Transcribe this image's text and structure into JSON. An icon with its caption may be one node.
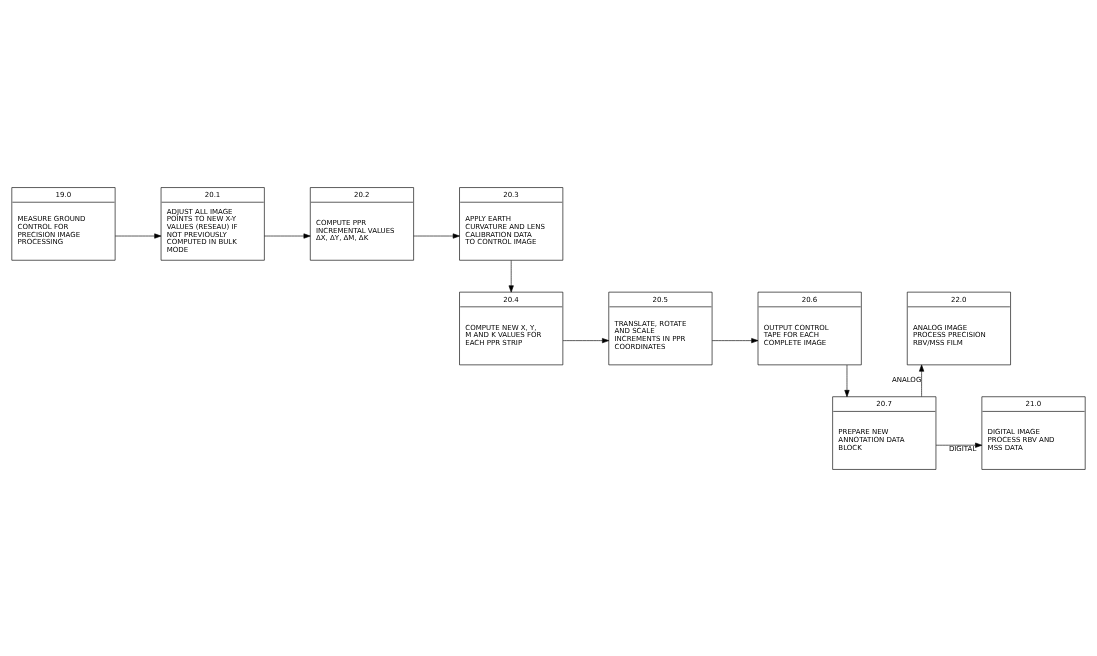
{
  "diagram": {
    "nodes": [
      {
        "text": [
          "19.0",
          "MEASURE GROUND CONTROL FOR PRECISION IMAGE PROCESSING"
        ]
      },
      {
        "text": [
          "20.1",
          "ADJUST ALL IMAGE POINTS TO NEW X-Y VALUES (RESEAU) IF NOT PREVIOUSLY COMPUTED IN BULK MODE"
        ]
      },
      {
        "text": [
          "20.2",
          "COMPUTE PPR INCREMENTAL VALUES ΔX, ΔY, ΔM, ΔK"
        ]
      },
      {
        "text": [
          "20.3",
          "APPLY EARTH CURVATURE AND LENS CALIBRATION DATA TO CONTROL IMAGE"
        ]
      },
      {
        "text": [
          "20.4",
          "COMPUTE NEW X, Y, M AND K VALUES FOR EACH PPR STRIP"
        ]
      },
      {
        "text": [
          "20.5",
          "TRANSLATE, ROTATE AND SCALE INCREMENTS IN PPR COORDINATES"
        ]
      },
      {
        "text": [
          "20.6",
          "OUTPUT CONTROL TAPE FOR EACH COMPLETE IMAGE"
        ]
      },
      {
        "text": [
          "22.0",
          "ANALOG IMAGE PROCESS PRECISION RBV/MSS FILM"
        ]
      },
      {
        "text": [
          "20.7",
          "PREPARE NEW ANNOTATION DATA BLOCK"
        ]
      },
      {
        "text": [
          "21.0",
          "DIGITAL IMAGE PROCESS RBV AND MSS DATA"
        ]
      }
    ],
    "edges": [
      {
        "from": 0,
        "to": 1,
        "arrow": "to"
      },
      {
        "from": 1,
        "to": 2,
        "arrow": "to"
      },
      {
        "from": 2,
        "to": 3,
        "arrow": "to"
      },
      {
        "from": 3,
        "to": 4,
        "arrow": "to"
      },
      {
        "from": 4,
        "to": 5,
        "arrow": "to"
      },
      {
        "from": 5,
        "to": 6,
        "arrow": "to"
      },
      {
        "from": 6,
        "to": 8,
        "arrow": "to"
      },
      {
        "from": 8,
        "to": 7,
        "arrow": "to",
        "label": "ANALOG"
      },
      {
        "from": 8,
        "to": 9,
        "arrow": "to",
        "label": "DIGITAL"
      }
    ]
  }
}
